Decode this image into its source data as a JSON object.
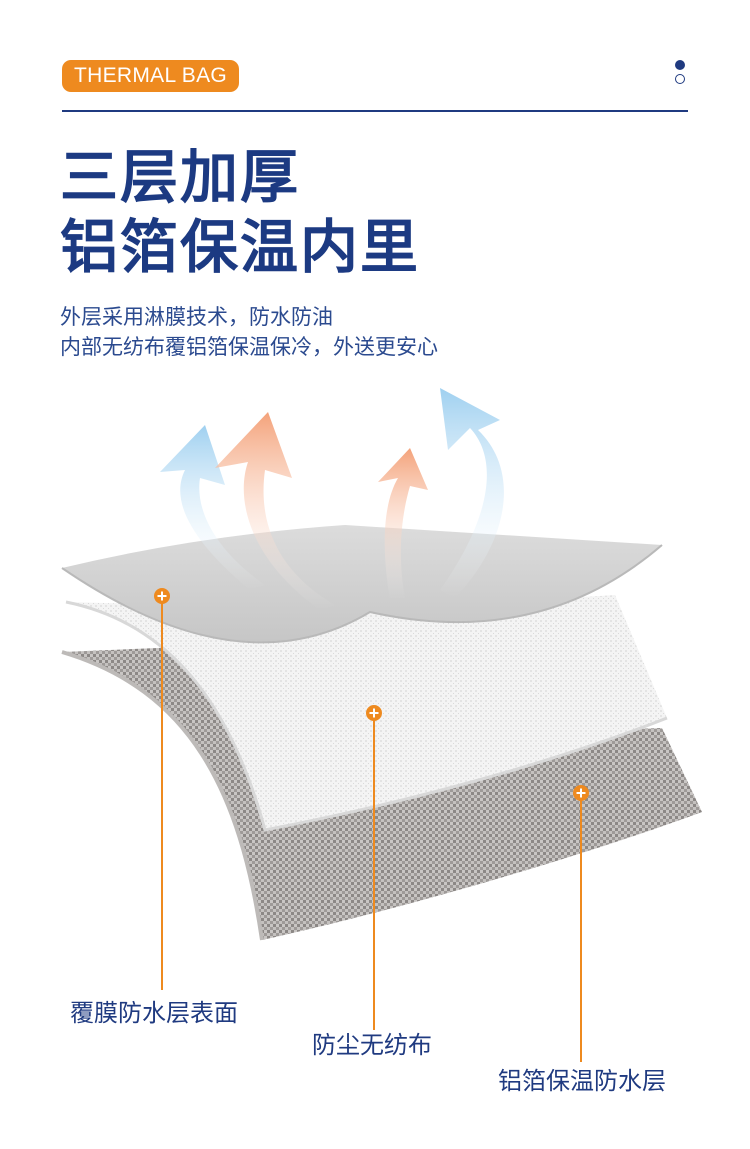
{
  "header": {
    "badge_label": "THERMAL BAG",
    "accent_color": "#ee8a1f",
    "navy_color": "#1f3a80"
  },
  "title": {
    "line1": "三层加厚",
    "line2": "铝箔保温内里"
  },
  "subtitle": {
    "line1": "外层采用淋膜技术，防水防油",
    "line2": "内部无纺布覆铝箔保温保冷，外送更安心"
  },
  "layers": [
    {
      "label": "覆膜防水层表面"
    },
    {
      "label": "防尘无纺布"
    },
    {
      "label": "铝箔保温防水层"
    }
  ],
  "icons": [
    "dot-indicator-icon",
    "heat-arrow-icon",
    "plus-marker-icon"
  ]
}
